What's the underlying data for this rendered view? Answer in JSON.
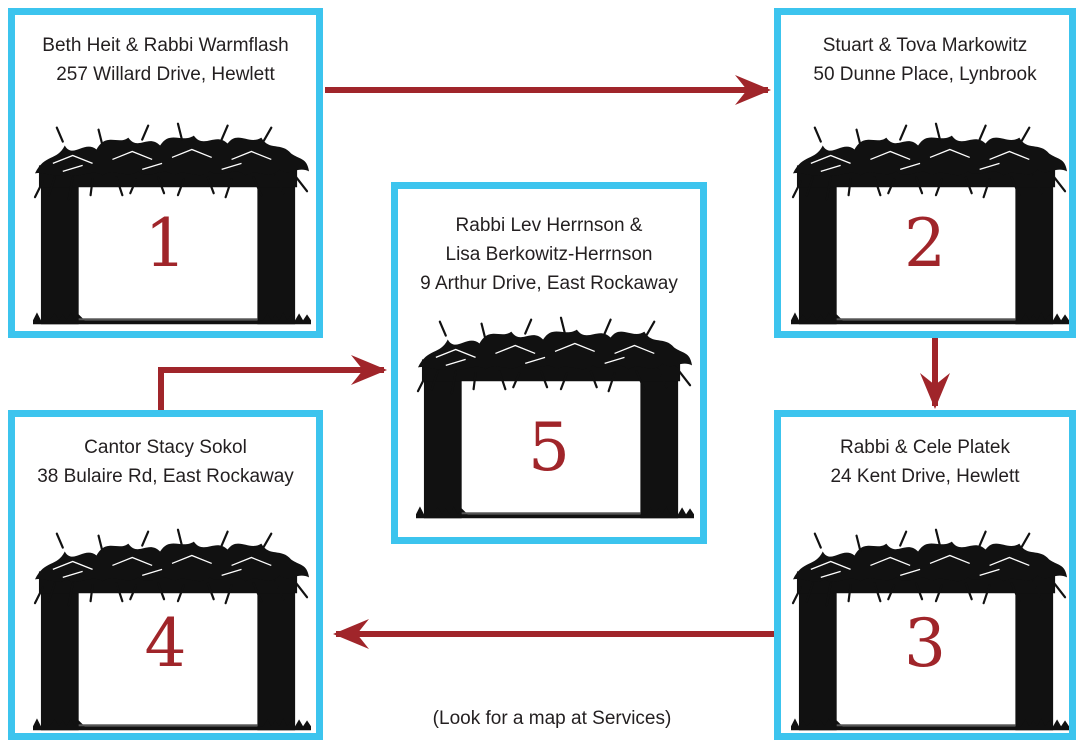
{
  "stops": [
    {
      "number": "1",
      "line1": "Beth Heit & Rabbi Warmflash",
      "line2": "257 Willard Drive, Hewlett",
      "line3": ""
    },
    {
      "number": "2",
      "line1": "Stuart & Tova Markowitz",
      "line2": "50 Dunne Place, Lynbrook",
      "line3": ""
    },
    {
      "number": "3",
      "line1": "Rabbi & Cele Platek",
      "line2": "24 Kent Drive, Hewlett",
      "line3": ""
    },
    {
      "number": "4",
      "line1": "Cantor Stacy Sokol",
      "line2": "38 Bulaire Rd, East Rockaway",
      "line3": ""
    },
    {
      "number": "5",
      "line1": "Rabbi Lev Herrnson &",
      "line2": "Lisa Berkowitz-Herrnson",
      "line3": "9 Arthur Drive, East Rockaway"
    }
  ],
  "footer_note": "(Look for a map at Services)",
  "colors": {
    "frame": "#3cc4ee",
    "arrow": "#a0252a",
    "number": "#a0252a",
    "text": "#231f20"
  },
  "icon": "sukkah-icon"
}
